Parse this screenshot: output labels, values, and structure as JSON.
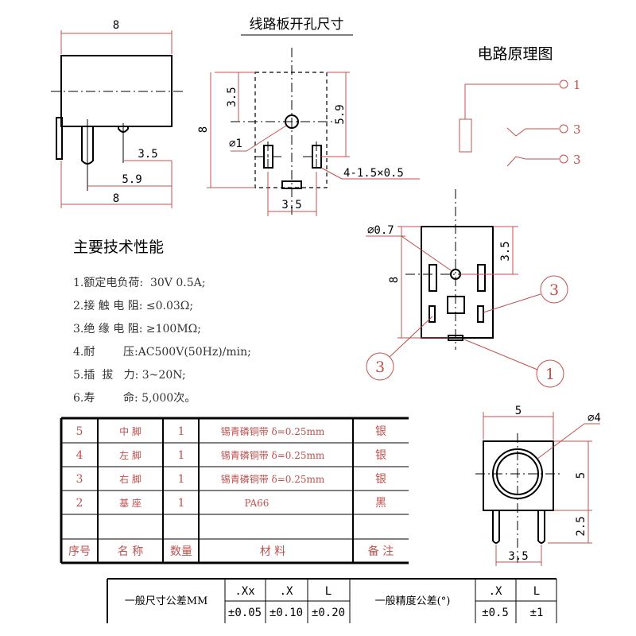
{
  "dimensions": {
    "front_width": "8",
    "front_pin_3_5": "3.5",
    "front_pin_5_9": "5.9",
    "front_bottom_8": "8",
    "pcb_v_3_5": "3.5",
    "pcb_h_8": "8",
    "pcb_dia": "⌀1",
    "pcb_v_5_9": "5.9",
    "pcb_slots": "4-1.5×0.5",
    "pcb_bottom_3_5": "3.5",
    "bottom_dia": "⌀0.7",
    "bottom_v_8": "8",
    "bottom_v_3_5": "3.5",
    "side_w_5": "5",
    "side_dia_4": "⌀4",
    "side_v_5": "5",
    "side_v_2_5": "2.5",
    "side_b_3_5": "3.5"
  },
  "titles": {
    "pcb_hole": "线路板开孔尺寸",
    "schematic": "电路原理图",
    "specs": "主要技术性能"
  },
  "schematic_labels": [
    "1",
    "3",
    "3"
  ],
  "balloons": [
    "3",
    "3",
    "1"
  ],
  "specs": [
    "1.额定电负荷:  30V 0.5A;",
    "2.接 触 电 阻: ≤0.03Ω;",
    "3.绝 缘 电 阻: ≥100MΩ;",
    "4.耐        压:AC500V(50Hz)/min;",
    "5.插  拔   力: 3~20N;",
    "6.寿        命: 5,000次。"
  ],
  "bom": {
    "rows": [
      {
        "no": "5",
        "name": "中 脚",
        "qty": "1",
        "material": "锡青磷铜带 δ=0.25mm",
        "note": "银"
      },
      {
        "no": "4",
        "name": "左 脚",
        "qty": "1",
        "material": "锡青磷铜带 δ=0.25mm",
        "note": "银"
      },
      {
        "no": "3",
        "name": "右 脚",
        "qty": "1",
        "material": "锡青磷铜带 δ=0.25mm",
        "note": "银"
      },
      {
        "no": "2",
        "name": "基 座",
        "qty": "1",
        "material": "PA66",
        "note": "黑"
      },
      {
        "no": "",
        "name": "",
        "qty": "",
        "material": "",
        "note": ""
      }
    ],
    "header": {
      "no": "序号",
      "name": "名  称",
      "qty": "数量",
      "material": "材       料",
      "note": "备 注"
    }
  },
  "tolerance": {
    "dim_label": "一般尺寸公差MM",
    "dim_cols": [
      ".Xx",
      ".X",
      "L"
    ],
    "dim_vals": [
      "±0.05",
      "±0.10",
      "±0.20"
    ],
    "ang_label": "一般精度公差(°)",
    "ang_cols": [
      ".X",
      "L"
    ],
    "ang_vals": [
      "±0.5",
      "±1"
    ]
  },
  "colors": {
    "dimension": "#c0504d",
    "outline": "#000000"
  }
}
